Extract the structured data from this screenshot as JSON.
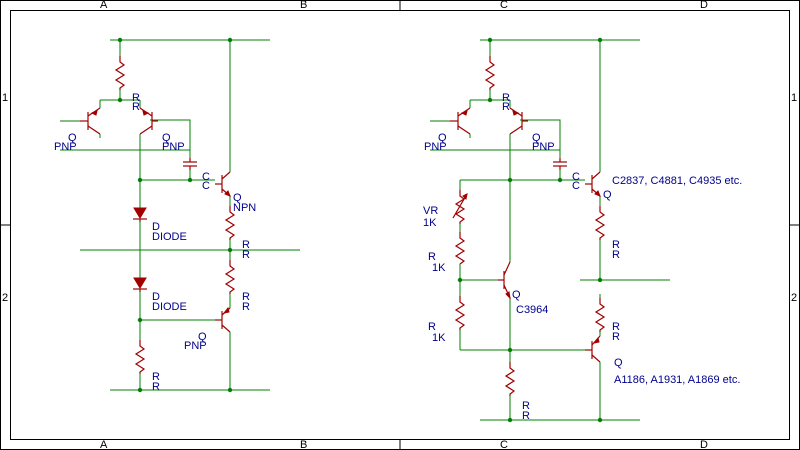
{
  "zones": {
    "top": [
      "A",
      "B",
      "C",
      "D"
    ],
    "bottom": [
      "A",
      "B",
      "C",
      "D"
    ],
    "left": [
      "1",
      "2"
    ],
    "right": [
      "1",
      "2"
    ]
  },
  "left_circuit": {
    "r_top": "R",
    "r_top2": "R",
    "q1": "Q",
    "q1_type": "PNP",
    "q2": "Q",
    "q2_type": "PNP",
    "c1": "C",
    "c2": "C",
    "qn": "Q",
    "qn_type": "NPN",
    "d1": "D",
    "d1_type": "DIODE",
    "d2": "D",
    "d2_type": "DIODE",
    "r_mid1a": "R",
    "r_mid1b": "R",
    "r_mid2a": "R",
    "r_mid2b": "R",
    "qp": "Q",
    "qp_type": "PNP",
    "r_bot_a": "R",
    "r_bot_b": "R"
  },
  "right_circuit": {
    "r_top": "R",
    "r_top2": "R",
    "q1": "Q",
    "q1_type": "PNP",
    "q2": "Q",
    "q2_type": "PNP",
    "c1": "C",
    "c2": "C",
    "qn": "Q",
    "qn_parts": "C2837, C4881, C4935 etc.",
    "vr": "VR",
    "vr_val": "1K",
    "r1": "R",
    "r1_val": "1K",
    "q3": "Q",
    "q3_part": "C3964",
    "r2": "R",
    "r2_val": "1K",
    "r_mid1a": "R",
    "r_mid1b": "R",
    "r_mid2a": "R",
    "r_mid2b": "R",
    "qp": "Q",
    "qp_parts": "A1186, A1931, A1869 etc.",
    "r_bot_a": "R",
    "r_bot_b": "R"
  }
}
